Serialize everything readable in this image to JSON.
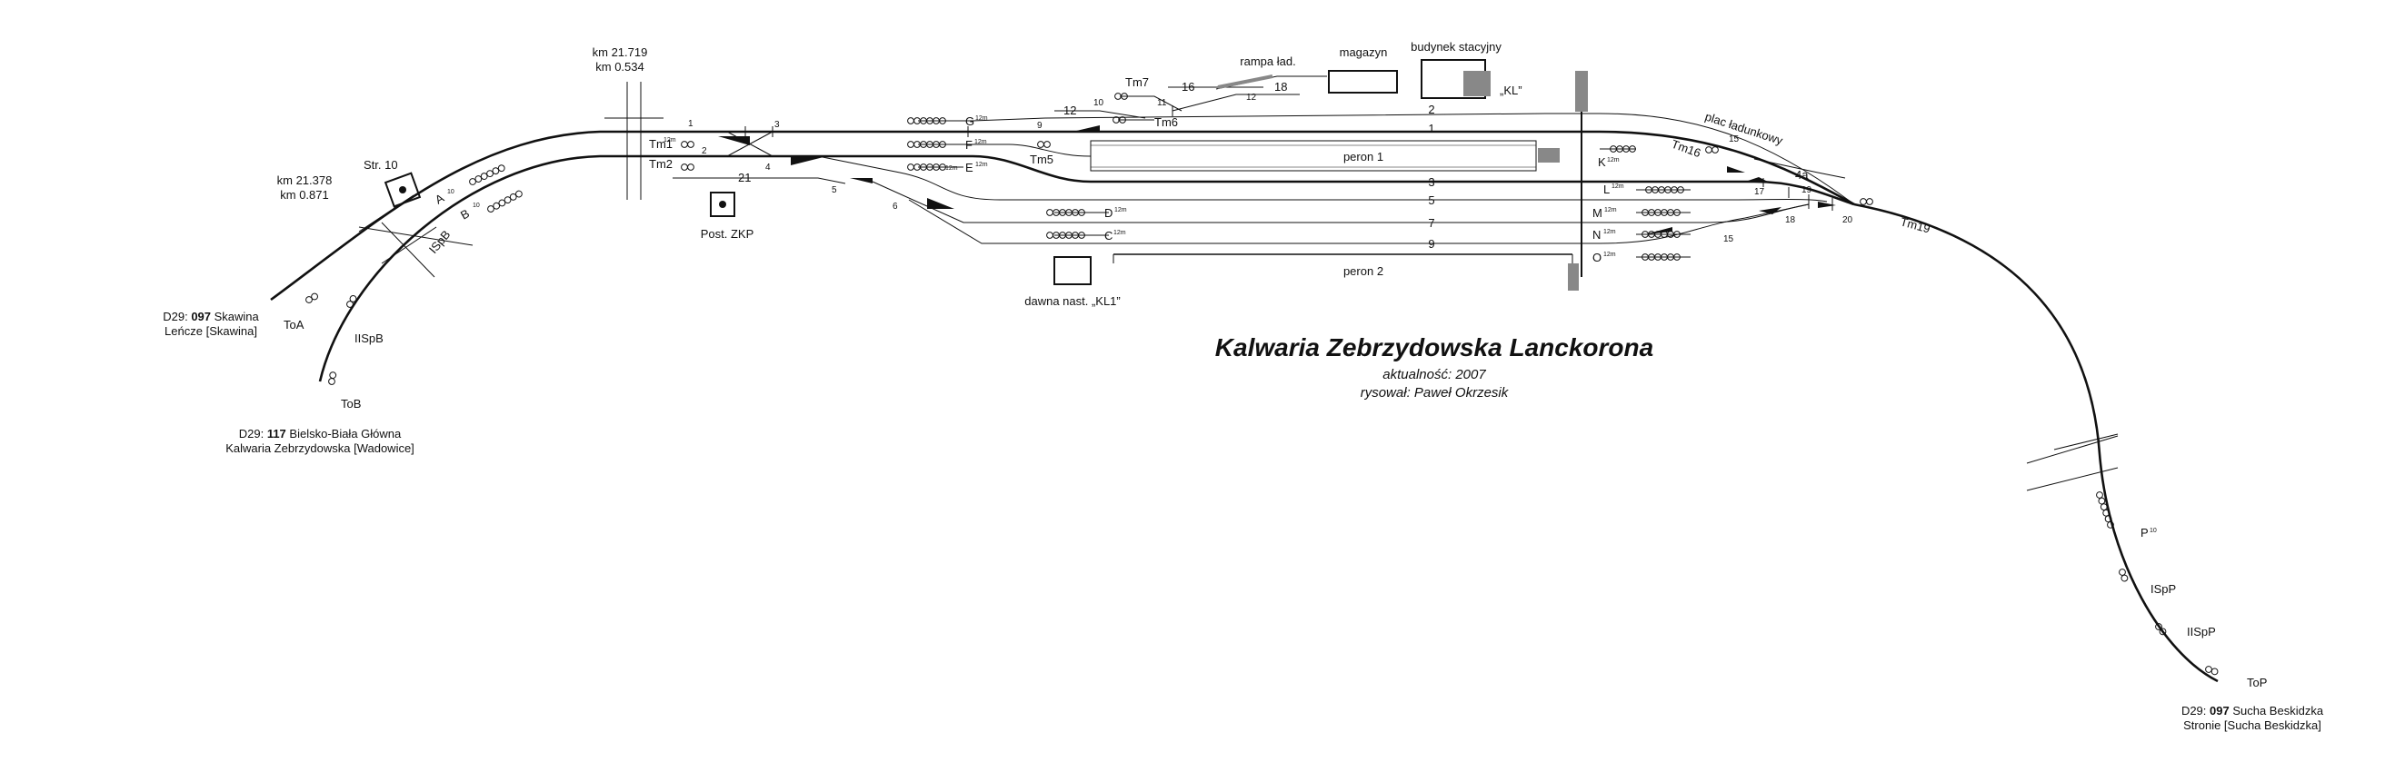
{
  "title": "Kalwaria Zebrzydowska Lanckorona",
  "updated": "aktualność: 2007",
  "author": "rysował: Paweł Okrzesik",
  "kilometers": {
    "top": [
      "km 21.719",
      "km 0.534"
    ],
    "left": [
      "km 21.378",
      "km 0.871"
    ]
  },
  "buildings": {
    "rampa": "rampa ład.",
    "magazyn": "magazyn",
    "budynek": "budynek stacyjny",
    "kl": "„KL”",
    "kl1": "dawna nast. „KL1”",
    "str10": "Str. 10",
    "post": "Post. ZKP",
    "plac": "plac ładunkowy"
  },
  "platforms": {
    "peron1": "peron 1",
    "peron2": "peron 2"
  },
  "tracks": [
    "2",
    "1",
    "3",
    "5",
    "7",
    "9",
    "12",
    "16",
    "18",
    "21",
    "4a"
  ],
  "switches": [
    "1",
    "2",
    "3",
    "4",
    "5",
    "6",
    "9",
    "10",
    "11",
    "12",
    "15",
    "15",
    "17",
    "18",
    "19",
    "20"
  ],
  "track_signals": [
    "Tm1",
    "Tm2",
    "Tm5",
    "Tm6",
    "Tm7",
    "Tm16",
    "Tm19",
    "ToA",
    "ToB",
    "ToP",
    "ISpB",
    "IISpB",
    "ISpP",
    "IISpP"
  ],
  "main_signals": [
    "A",
    "B",
    "G",
    "F",
    "E",
    "D",
    "C",
    "K",
    "L",
    "M",
    "N",
    "O",
    "P"
  ],
  "signal_indices": [
    "10",
    "12m",
    "12m",
    "12m",
    "12m",
    "12m",
    "12m",
    "10",
    "12m",
    "12m",
    "12m",
    "12m",
    "12m",
    "12m",
    "10"
  ],
  "destinations": {
    "left_top": {
      "prefix": "D29: ",
      "num": "097",
      "name": " Skawina",
      "line2": "Leńcze [Skawina]"
    },
    "left_bottom": {
      "prefix": "D29: ",
      "num": "117",
      "name": " Bielsko-Biała Główna",
      "line2": "Kalwaria Zebrzydowska [Wadowice]"
    },
    "right": {
      "prefix": "D29: ",
      "num": "097",
      "name": " Sucha Beskidzka",
      "line2": "Stronie [Sucha Beskidzka]"
    }
  }
}
